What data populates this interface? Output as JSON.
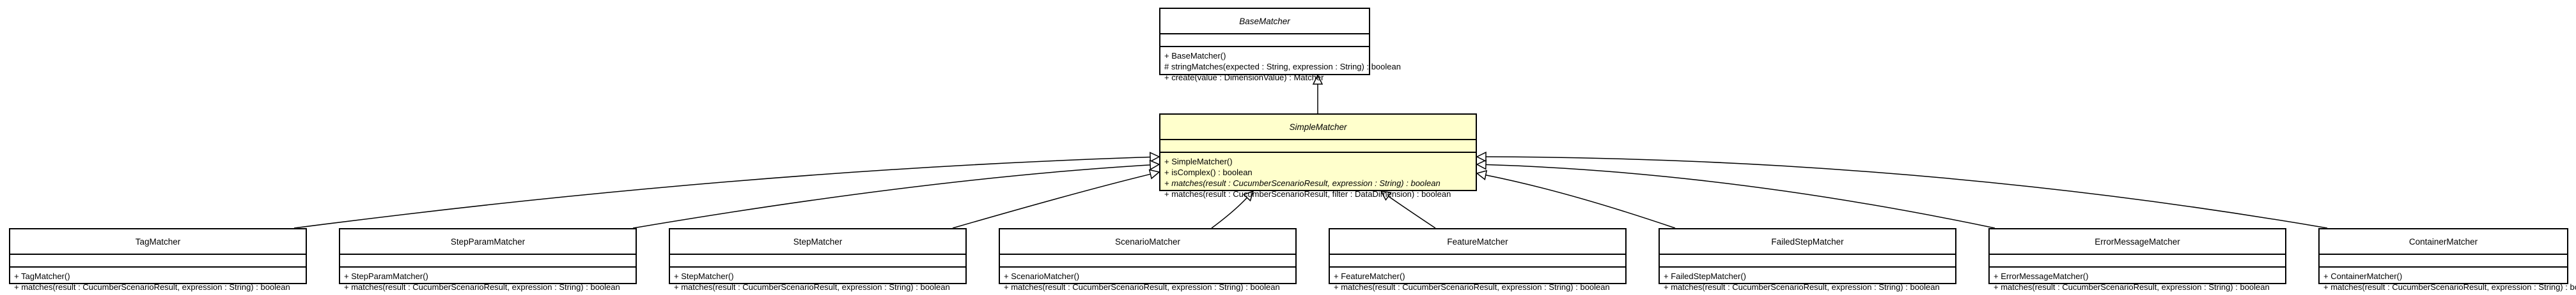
{
  "diagram": {
    "type": "uml-class-diagram",
    "classes": [
      {
        "id": "BaseMatcher",
        "name": "BaseMatcher",
        "abstract": true,
        "highlight": false,
        "operations": [
          {
            "text": "+ BaseMatcher()",
            "abstract": false
          },
          {
            "text": "# stringMatches(expected : String, expression : String) : boolean",
            "abstract": false
          },
          {
            "text": "+ create(value : DimensionValue) : Matcher",
            "abstract": false
          }
        ]
      },
      {
        "id": "SimpleMatcher",
        "name": "SimpleMatcher",
        "abstract": true,
        "highlight": true,
        "operations": [
          {
            "text": "+ SimpleMatcher()",
            "abstract": false
          },
          {
            "text": "+ isComplex() : boolean",
            "abstract": false
          },
          {
            "text": "+ matches(result : CucumberScenarioResult, expression : String) : boolean",
            "abstract": true
          },
          {
            "text": "+ matches(result : CucumberScenarioResult, filter : DataDimension) : boolean",
            "abstract": false
          }
        ]
      },
      {
        "id": "TagMatcher",
        "name": "TagMatcher",
        "abstract": false,
        "highlight": false,
        "operations": [
          {
            "text": "+ TagMatcher()",
            "abstract": false
          },
          {
            "text": "+ matches(result : CucumberScenarioResult, expression : String) : boolean",
            "abstract": false
          }
        ]
      },
      {
        "id": "StepParamMatcher",
        "name": "StepParamMatcher",
        "abstract": false,
        "highlight": false,
        "operations": [
          {
            "text": "+ StepParamMatcher()",
            "abstract": false
          },
          {
            "text": "+ matches(result : CucumberScenarioResult, expression : String) : boolean",
            "abstract": false
          }
        ]
      },
      {
        "id": "StepMatcher",
        "name": "StepMatcher",
        "abstract": false,
        "highlight": false,
        "operations": [
          {
            "text": "+ StepMatcher()",
            "abstract": false
          },
          {
            "text": "+ matches(result : CucumberScenarioResult, expression : String) : boolean",
            "abstract": false
          }
        ]
      },
      {
        "id": "ScenarioMatcher",
        "name": "ScenarioMatcher",
        "abstract": false,
        "highlight": false,
        "operations": [
          {
            "text": "+ ScenarioMatcher()",
            "abstract": false
          },
          {
            "text": "+ matches(result : CucumberScenarioResult, expression : String) : boolean",
            "abstract": false
          }
        ]
      },
      {
        "id": "FeatureMatcher",
        "name": "FeatureMatcher",
        "abstract": false,
        "highlight": false,
        "operations": [
          {
            "text": "+ FeatureMatcher()",
            "abstract": false
          },
          {
            "text": "+ matches(result : CucumberScenarioResult, expression : String) : boolean",
            "abstract": false
          }
        ]
      },
      {
        "id": "FailedStepMatcher",
        "name": "FailedStepMatcher",
        "abstract": false,
        "highlight": false,
        "operations": [
          {
            "text": "+ FailedStepMatcher()",
            "abstract": false
          },
          {
            "text": "+ matches(result : CucumberScenarioResult, expression : String) : boolean",
            "abstract": false
          }
        ]
      },
      {
        "id": "ErrorMessageMatcher",
        "name": "ErrorMessageMatcher",
        "abstract": false,
        "highlight": false,
        "operations": [
          {
            "text": "+ ErrorMessageMatcher()",
            "abstract": false
          },
          {
            "text": "+ matches(result : CucumberScenarioResult, expression : String) : boolean",
            "abstract": false
          }
        ]
      },
      {
        "id": "ContainerMatcher",
        "name": "ContainerMatcher",
        "abstract": false,
        "highlight": false,
        "operations": [
          {
            "text": "+ ContainerMatcher()",
            "abstract": false
          },
          {
            "text": "+ matches(result : CucumberScenarioResult, expression : String) : boolean",
            "abstract": false
          }
        ]
      }
    ],
    "relations": [
      {
        "type": "generalization",
        "from": "SimpleMatcher",
        "to": "BaseMatcher"
      },
      {
        "type": "generalization",
        "from": "TagMatcher",
        "to": "SimpleMatcher"
      },
      {
        "type": "generalization",
        "from": "StepParamMatcher",
        "to": "SimpleMatcher"
      },
      {
        "type": "generalization",
        "from": "StepMatcher",
        "to": "SimpleMatcher"
      },
      {
        "type": "generalization",
        "from": "ScenarioMatcher",
        "to": "SimpleMatcher"
      },
      {
        "type": "generalization",
        "from": "FeatureMatcher",
        "to": "SimpleMatcher"
      },
      {
        "type": "generalization",
        "from": "FailedStepMatcher",
        "to": "SimpleMatcher"
      },
      {
        "type": "generalization",
        "from": "ErrorMessageMatcher",
        "to": "SimpleMatcher"
      },
      {
        "type": "generalization",
        "from": "ContainerMatcher",
        "to": "SimpleMatcher"
      }
    ]
  }
}
